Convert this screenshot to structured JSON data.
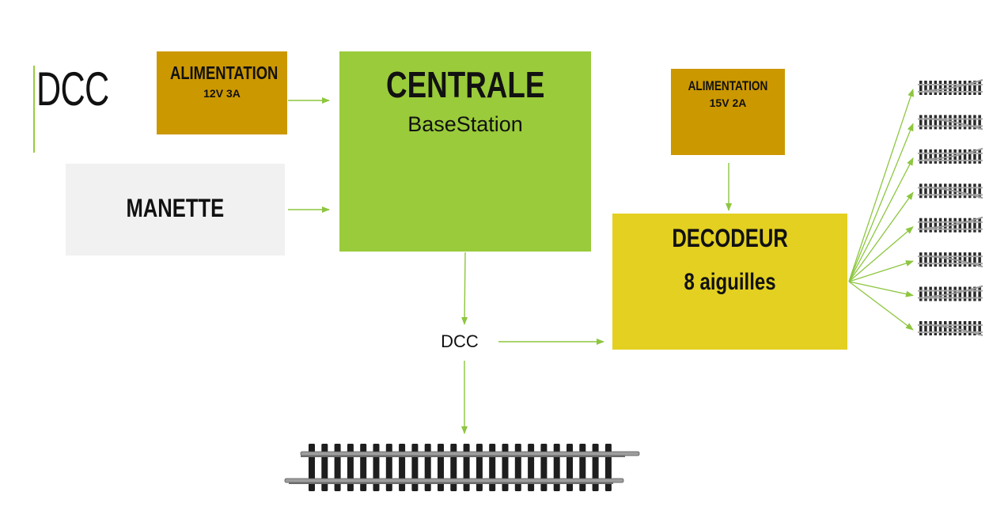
{
  "title": "DCC",
  "colors": {
    "accent_green": "#9acb3b",
    "power_gold": "#cc9800",
    "decoder_yellow": "#e3d021",
    "controller_grey": "#f1f1f1",
    "arrow": "#8dc63f"
  },
  "nodes": {
    "psu_main": {
      "title": "ALIMENTATION",
      "spec": "12V 3A"
    },
    "controller": {
      "title": "MANETTE"
    },
    "command_station": {
      "title": "CENTRALE",
      "subtitle": "BaseStation"
    },
    "psu_accessory": {
      "title": "ALIMENTATION",
      "spec": "15V 2A"
    },
    "decoder": {
      "title": "DECODEUR",
      "subtitle": "8 aiguilles"
    }
  },
  "bus_label": "DCC",
  "turnout_count": 8,
  "icons": {
    "track": "straight-track-icon",
    "turnout": "turnout-icon"
  }
}
